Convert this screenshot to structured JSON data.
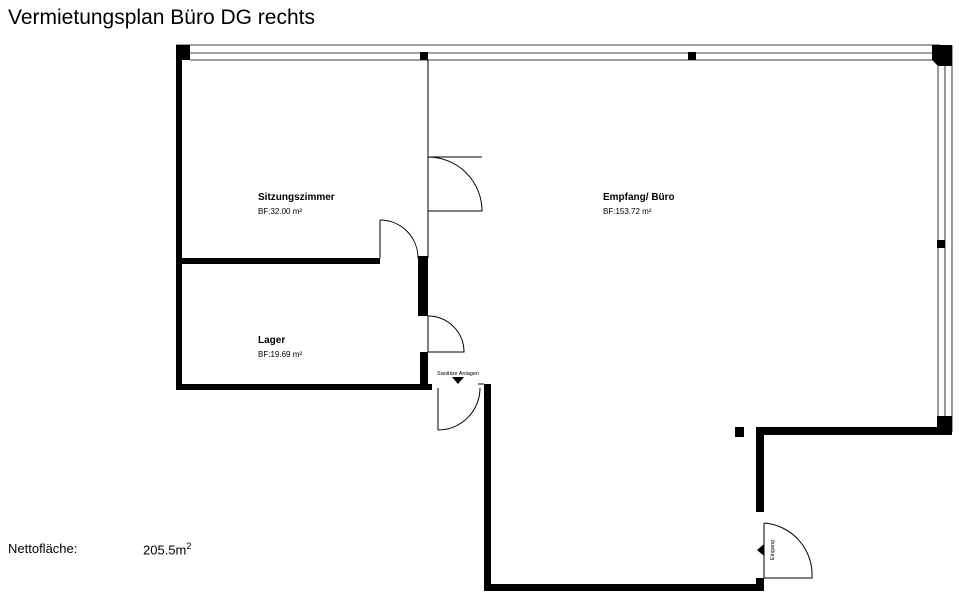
{
  "title": "Vermietungsplan Büro DG rechts",
  "rooms": [
    {
      "name": "Sitzungszimmer",
      "area": "BF:32.00 m²"
    },
    {
      "name": "Empfang/ Büro",
      "area": "BF:153.72 m²"
    },
    {
      "name": "Lager",
      "area": "BF:19.69 m²"
    }
  ],
  "labels": {
    "sanitary": "Sanitäre Anlagen",
    "entrance": "Eingang"
  },
  "summary": {
    "net_label": "Nettofläche:",
    "net_value": "205.5m",
    "net_unit_sup": "2"
  }
}
